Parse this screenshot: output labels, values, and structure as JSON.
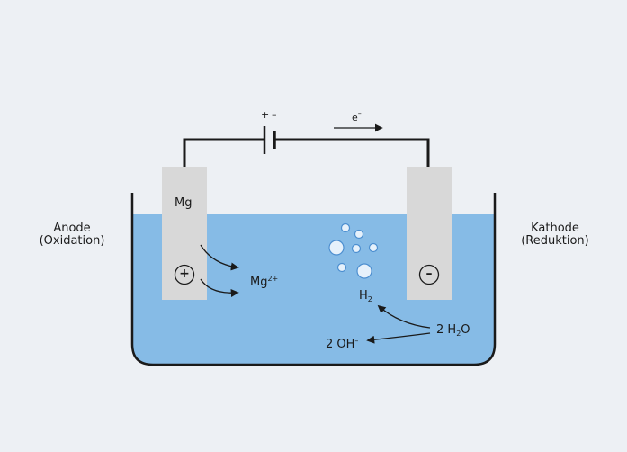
{
  "labels": {
    "anode": "Anode",
    "anode_process": "(Oxidation)",
    "cathode": "Kathode",
    "cathode_process": "(Reduktion)",
    "electrode_metal": "Mg",
    "battery_pos": "+",
    "battery_neg": "–",
    "electron": "e",
    "electron_charge": "–",
    "ion": "Mg",
    "ion_charge": "2+",
    "hydrogen": "H",
    "hydrogen_sub": "2",
    "water_coef": "2 H",
    "water_sub": "2",
    "water_end": "O",
    "hydroxide": "2 OH",
    "hydroxide_charge": "–",
    "anode_sign": "+",
    "cathode_sign": "–"
  },
  "colors": {
    "background": "#edf0f4",
    "electrolyte": "#86bbe6",
    "electrode": "#d8d8d8",
    "wire": "#1a1a1a",
    "bubble_fill": "#e6f1fb",
    "bubble_stroke": "#4d8fd0"
  }
}
